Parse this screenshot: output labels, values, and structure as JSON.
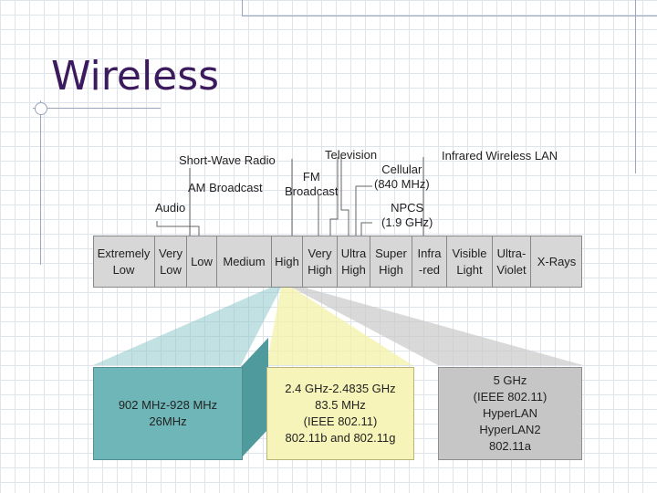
{
  "page": {
    "title": "Wireless"
  },
  "labels": {
    "short_wave": "Short-Wave Radio",
    "am": "AM Broadcast",
    "audio": "Audio",
    "television": "Television",
    "fm": "FM\nBroadcast",
    "cellular": "Cellular\n(840 MHz)",
    "npcs": "NPCS\n(1.9 GHz)",
    "infrared_lan": "Infrared Wireless LAN"
  },
  "bands": [
    "Extremely\nLow",
    "Very\nLow",
    "Low",
    "Medium",
    "High",
    "Very\nHigh",
    "Ultra\nHigh",
    "Super\nHigh",
    "Infra\n-red",
    "Visible\nLight",
    "Ultra-\nViolet",
    "X-Rays"
  ],
  "boxes": {
    "left": "902 MHz-928 MHz\n26MHz",
    "middle": "2.4 GHz-2.4835 GHz\n83.5 MHz\n(IEEE 802.11)\n802.11b and 802.11g",
    "right": "5 GHz\n(IEEE 802.11)\nHyperLAN\nHyperLAN2\n802.11a"
  },
  "colors": {
    "band_bg": "#d7d7d7",
    "left_box": "#6fb6b8",
    "middle_box": "#f6f4b8",
    "right_box": "#c6c6c6",
    "title": "#3b1a5e"
  }
}
